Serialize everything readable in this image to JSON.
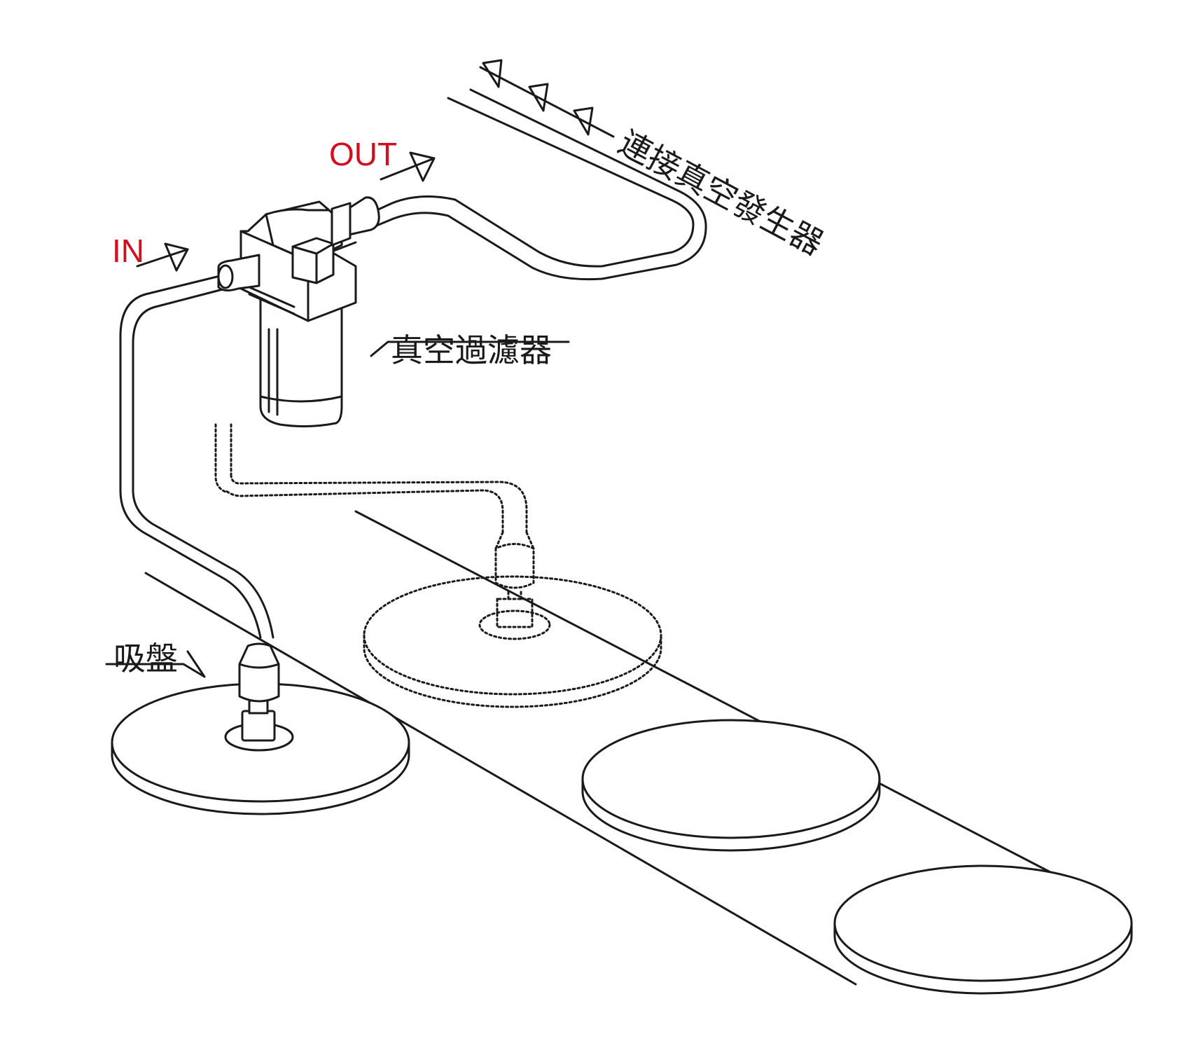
{
  "labels": {
    "out": "OUT",
    "in": "IN",
    "generator": "連接真空發生器",
    "filter": "真空過濾器",
    "suction_cup": "吸盤"
  },
  "colors": {
    "line": "#1a1a1a",
    "flow_label": "#d0101e",
    "background": "#ffffff"
  },
  "icons": {
    "flow_arrow": "open-triangle-arrow"
  }
}
